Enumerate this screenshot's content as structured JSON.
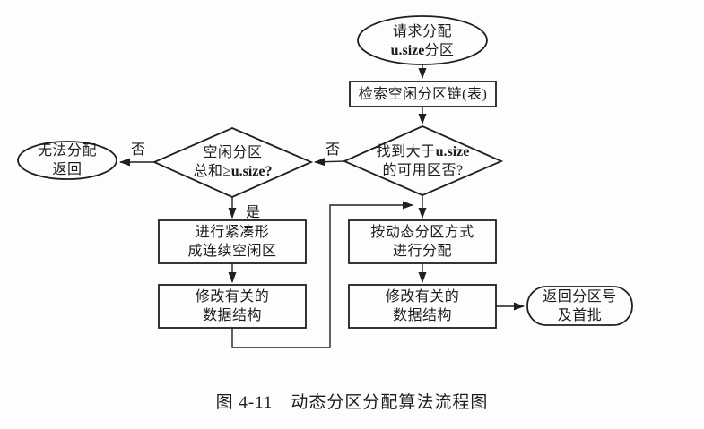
{
  "figure": {
    "caption": "图 4-11　动态分区分配算法流程图"
  },
  "nodes": {
    "start": {
      "line1": "请求分配",
      "line2_bold": "u.size",
      "line2_rest": "分区"
    },
    "search": {
      "label": "检索空闲分区链(表)"
    },
    "found": {
      "line1_prefix": "找到大于",
      "line1_bold": "u.size",
      "line2": "的可用区否?"
    },
    "sum": {
      "line1": "空闲分区",
      "line2_prefix": "总和≥",
      "line2_bold": "u.size?"
    },
    "fail": {
      "line1": "无法分配",
      "line2": "返回"
    },
    "compact": {
      "line1": "进行紧凑形",
      "line2": "成连续空闲区"
    },
    "update_left": {
      "line1": "修改有关的",
      "line2": "数据结构"
    },
    "allocate": {
      "line1": "按动态分区方式",
      "line2": "进行分配"
    },
    "update_right": {
      "line1": "修改有关的",
      "line2": "数据结构"
    },
    "ret": {
      "line1": "返回分区号",
      "line2": "及首批"
    }
  },
  "edge_labels": {
    "no_left": "否",
    "no_middle": "否",
    "yes": "是"
  },
  "colors": {
    "ink": "#1f1f1f",
    "background": "#fdfdfd"
  }
}
